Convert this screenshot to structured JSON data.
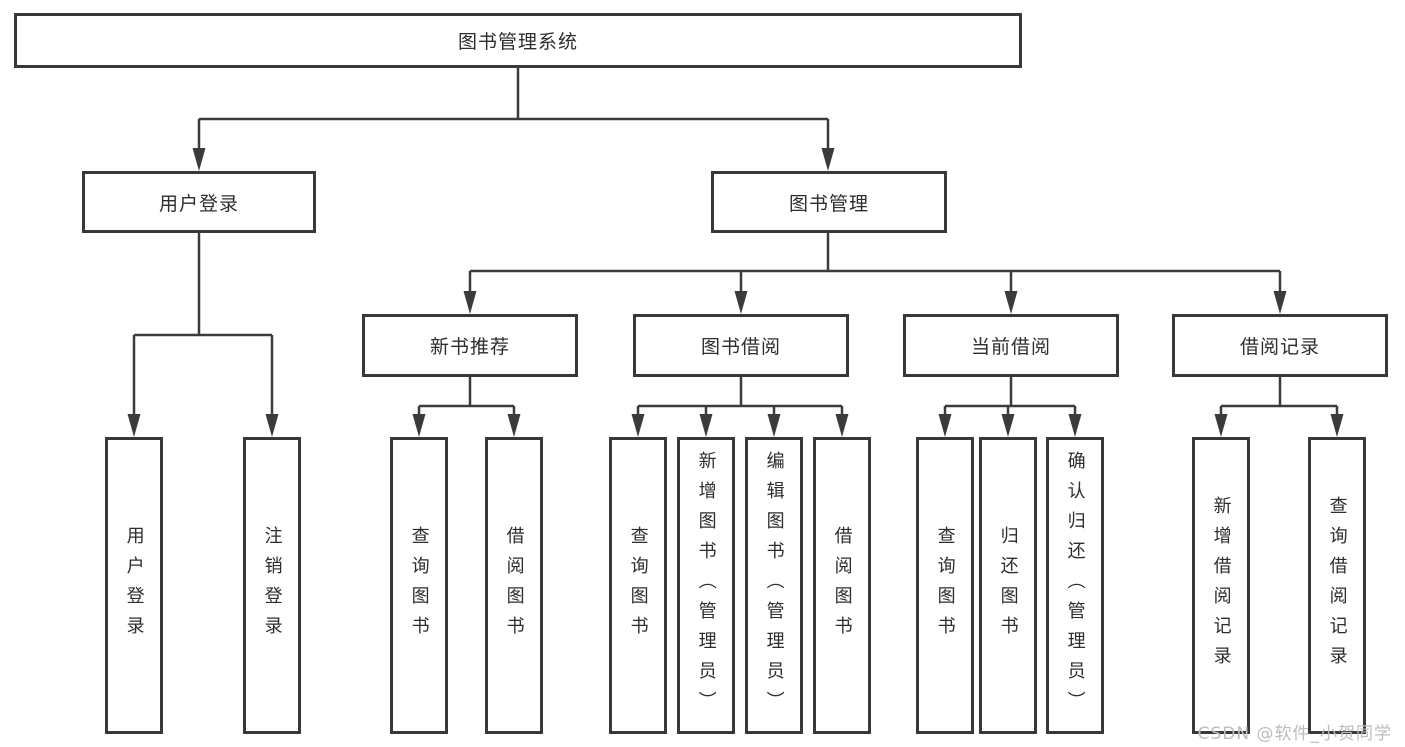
{
  "tree": {
    "label": "图书管理系统",
    "children": [
      {
        "label": "用户登录",
        "children": [
          {
            "label": "用户登录"
          },
          {
            "label": "注销登录"
          }
        ]
      },
      {
        "label": "图书管理",
        "children": [
          {
            "label": "新书推荐",
            "children": [
              {
                "label": "查询图书"
              },
              {
                "label": "借阅图书"
              }
            ]
          },
          {
            "label": "图书借阅",
            "children": [
              {
                "label": "查询图书"
              },
              {
                "label": "新增图书（管理员）"
              },
              {
                "label": "编辑图书（管理员）"
              },
              {
                "label": "借阅图书"
              }
            ]
          },
          {
            "label": "当前借阅",
            "children": [
              {
                "label": "查询图书"
              },
              {
                "label": "归还图书"
              },
              {
                "label": "确认归还（管理员）"
              }
            ]
          },
          {
            "label": "借阅记录",
            "children": [
              {
                "label": "新增借阅记录"
              },
              {
                "label": "查询借阅记录"
              }
            ]
          }
        ]
      }
    ]
  },
  "watermark": {
    "text": "CSDN @软件_小贺同学",
    "color": "#bcbcbc"
  },
  "colors": {
    "background": "#ffffff",
    "box_border": "#383838",
    "connector": "#3b3b3b",
    "text": "#2d2d2d"
  }
}
